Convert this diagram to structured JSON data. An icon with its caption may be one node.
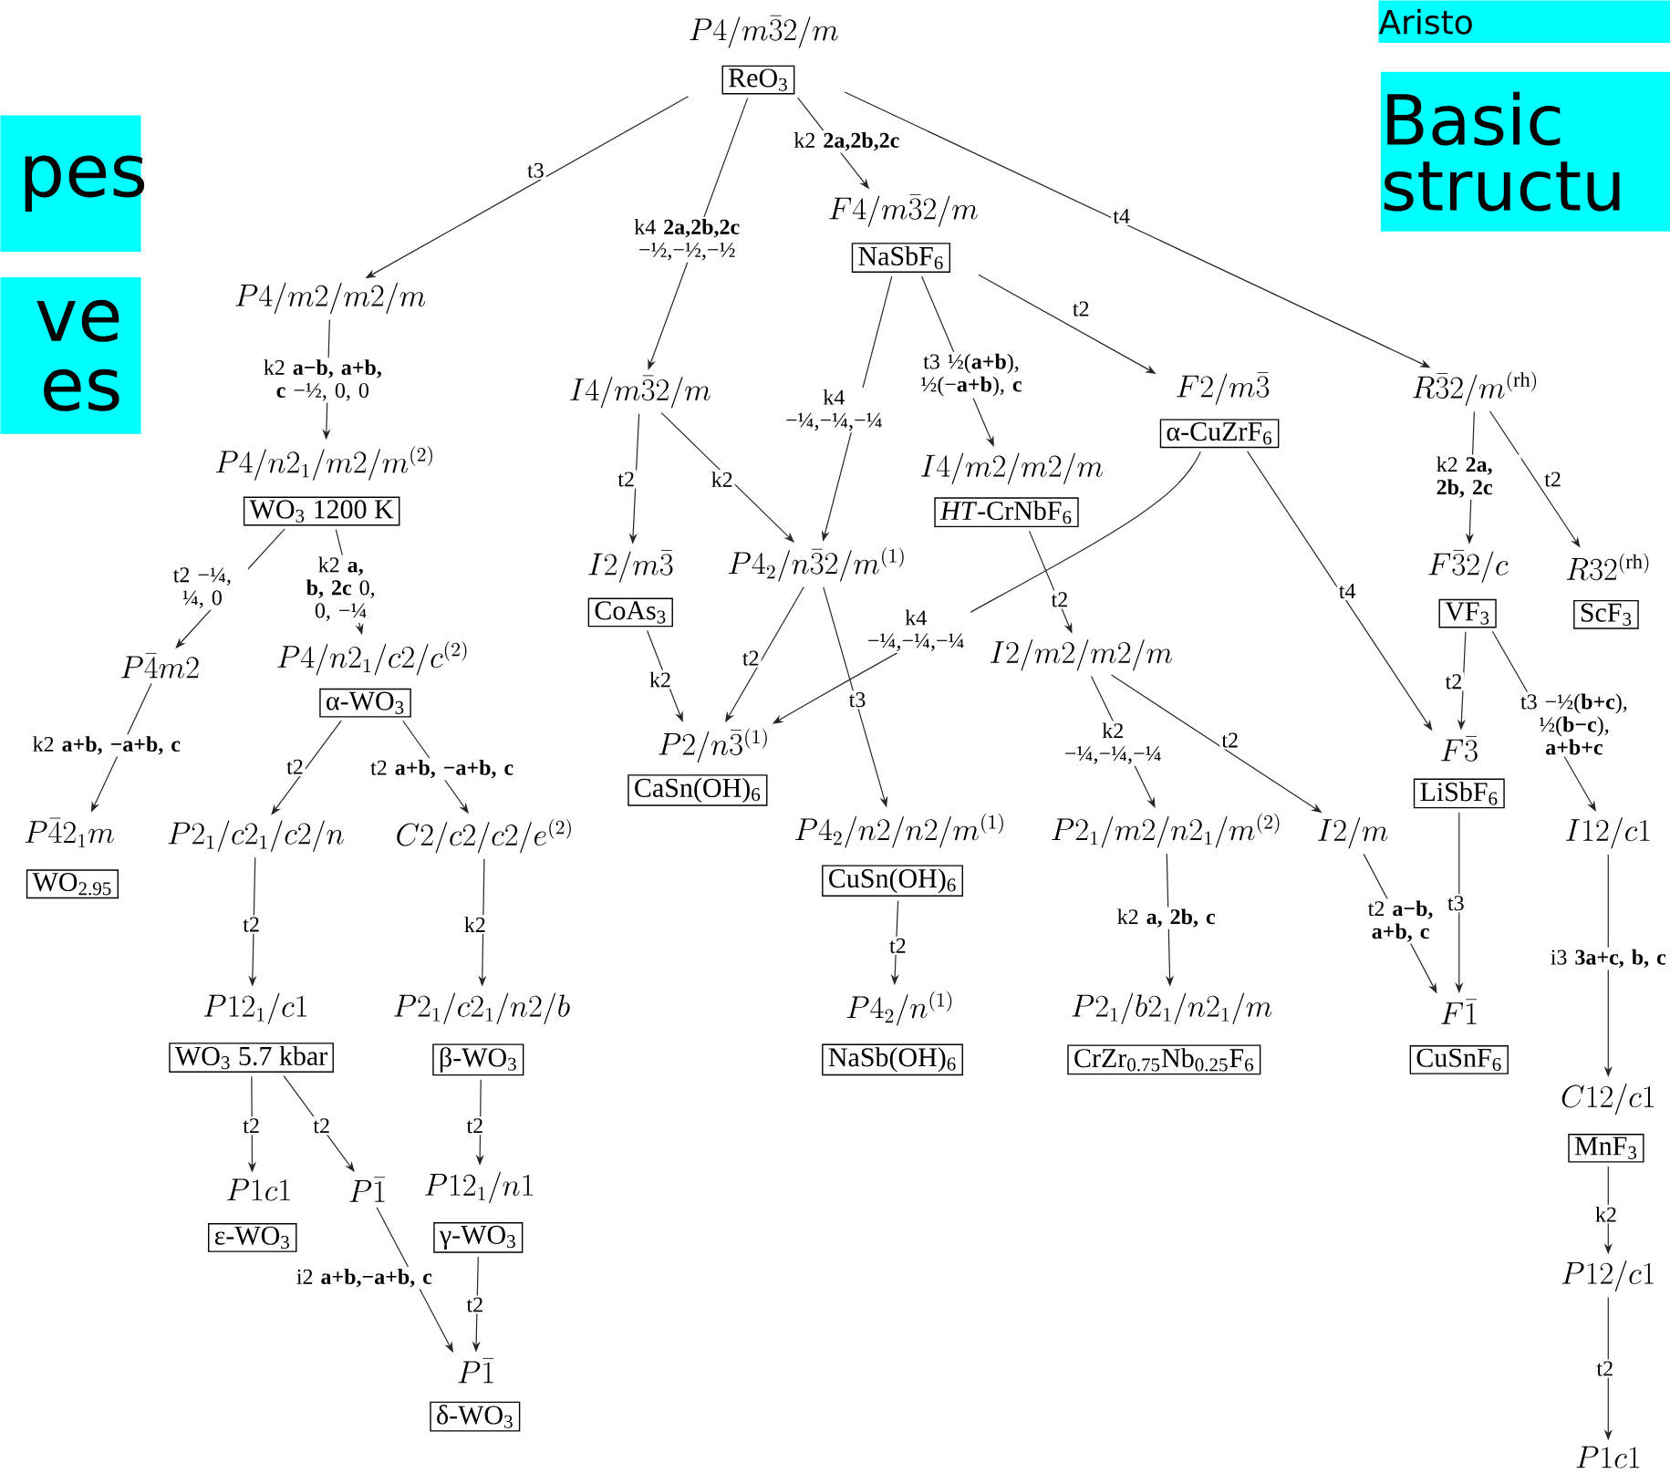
{
  "diagram": {
    "nodes": [
      {
        "text": [
          "P4/m\\bar{3}2/m",
          "ReO$_{3}$"
        ]
      },
      {
        "text": [
          "P4/m2/m2/m"
        ]
      },
      {
        "text": [
          "P4/n2_1/m2/m^{(2)}",
          "WO$_{3}$ 1200 K"
        ]
      },
      {
        "text": [
          "P\\bar{4}m2"
        ]
      },
      {
        "text": [
          "P4/n2_1/c2/c^{(2)}",
          "α-WO$_{3}$"
        ]
      },
      {
        "text": [
          "P\\bar{4}2_1m",
          "WO$_{2.95}$"
        ]
      },
      {
        "text": [
          "P2_1/c2_1/c2/n"
        ]
      },
      {
        "text": [
          "C2/c2/c2/e^{(2)}"
        ]
      },
      {
        "text": [
          "P12_1/c1",
          "WO$_{3}$ 5.7 kbar"
        ]
      },
      {
        "text": [
          "P2_1/c2_1/n2/b",
          "β-WO$_{3}$"
        ]
      },
      {
        "text": [
          "P1c1",
          "ε-WO$_{3}$"
        ]
      },
      {
        "text": [
          "P\\bar{1}"
        ]
      },
      {
        "text": [
          "P12_1/n1",
          "γ-WO$_{3}$"
        ]
      },
      {
        "text": [
          "P\\bar{1}",
          "δ-WO$_{3}$"
        ]
      },
      {
        "text": [
          "F4/m\\bar{3}2/m",
          "NaSbF$_{6}$"
        ]
      },
      {
        "text": [
          "I4/m\\bar{3}2/m"
        ]
      },
      {
        "text": [
          "I2/m\\bar{3}",
          "CoAs$_{3}$"
        ]
      },
      {
        "text": [
          "P4_2/n\\bar{3}2/m^{(1)}"
        ]
      },
      {
        "text": [
          "I4/m2/m2/m",
          "*HT*-CrNbF$_{6}$"
        ]
      },
      {
        "text": [
          "F2/m\\bar{3}",
          "α-CuZrF$_{6}$"
        ]
      },
      {
        "text": [
          "R\\bar{3}2/m^{(\\mathrm{rh})}"
        ]
      },
      {
        "text": [
          "P2/n\\bar{3}^{(1)}",
          "CaSn(OH)$_{6}$"
        ]
      },
      {
        "text": [
          "I2/m2/m2/m"
        ]
      },
      {
        "text": [
          "P4_2/n2/n2/m^{(1)}",
          "CuSn(OH)$_{6}$"
        ]
      },
      {
        "text": [
          "P2_1/m2/n2_1/m^{(2)}"
        ]
      },
      {
        "text": [
          "I2/m"
        ]
      },
      {
        "text": [
          "P4_2/n^{(1)}",
          "NaSb(OH)$_{6}$"
        ]
      },
      {
        "text": [
          "P2_1/b2_1/n2_1/m",
          "CrZr$_{0.75}$Nb$_{0.25}$F$_{6}$"
        ]
      },
      {
        "text": [
          "F\\bar{3}2/c",
          "VF$_{3}$"
        ]
      },
      {
        "text": [
          "R32^{(\\mathrm{rh})}",
          "ScF$_{3}$"
        ]
      },
      {
        "text": [
          "F\\bar{3}",
          "LiSbF$_{6}$"
        ]
      },
      {
        "text": [
          "I12/c1"
        ]
      },
      {
        "text": [
          "F\\bar{1}",
          "CuSnF$_{6}$"
        ]
      },
      {
        "text": [
          "C12/c1",
          "MnF$_{3}$"
        ]
      },
      {
        "text": [
          "P12/c1"
        ]
      },
      {
        "text": [
          "P1c1"
        ]
      },
      {
        "text": [
          "pes"
        ]
      },
      {
        "text": [
          "ve es"
        ]
      },
      {
        "text": [
          "Aristo"
        ]
      },
      {
        "text": [
          "Basic structu"
        ]
      }
    ],
    "edges": [
      {
        "from": 0,
        "to": 1,
        "arrow": "to",
        "label": "t3"
      },
      {
        "from": 0,
        "to": 15,
        "arrow": "to",
        "label": "k4 **2a,2b,2c** −½,−½,−½"
      },
      {
        "from": 0,
        "to": 14,
        "arrow": "to",
        "label": "k2 **2a,2b,2c**"
      },
      {
        "from": 0,
        "to": 20,
        "arrow": "to",
        "label": "t4"
      },
      {
        "from": 1,
        "to": 2,
        "arrow": "to",
        "label": "k2 **a−b, a+b, c** −½, 0, 0"
      },
      {
        "from": 2,
        "to": 3,
        "arrow": "to",
        "label": "t2 −¼, ¼, 0"
      },
      {
        "from": 2,
        "to": 4,
        "arrow": "to",
        "label": "k2 **a, b, 2c** 0, 0, −¼"
      },
      {
        "from": 3,
        "to": 5,
        "arrow": "to",
        "label": "k2 **a+b, −a+b, c**"
      },
      {
        "from": 4,
        "to": 6,
        "arrow": "to",
        "label": "t2"
      },
      {
        "from": 4,
        "to": 7,
        "arrow": "to",
        "label": "t2 **a+b, −a+b, c**"
      },
      {
        "from": 6,
        "to": 8,
        "arrow": "to",
        "label": "t2"
      },
      {
        "from": 7,
        "to": 9,
        "arrow": "to",
        "label": "k2"
      },
      {
        "from": 8,
        "to": 10,
        "arrow": "to",
        "label": "t2"
      },
      {
        "from": 8,
        "to": 11,
        "arrow": "to",
        "label": "t2"
      },
      {
        "from": 9,
        "to": 12,
        "arrow": "to",
        "label": "t2"
      },
      {
        "from": 11,
        "to": 13,
        "arrow": "to",
        "label": "i2 **a+b,−a+b, c**"
      },
      {
        "from": 12,
        "to": 13,
        "arrow": "to",
        "label": "t2"
      },
      {
        "from": 15,
        "to": 16,
        "arrow": "to",
        "label": "t2"
      },
      {
        "from": 15,
        "to": 17,
        "arrow": "to",
        "label": "k2"
      },
      {
        "from": 14,
        "to": 17,
        "arrow": "to",
        "label": "k4 −¼,−¼,−¼"
      },
      {
        "from": 14,
        "to": 18,
        "arrow": "to",
        "label": "t3 ½(**a+b**), ½(−**a+b**), **c**"
      },
      {
        "from": 14,
        "to": 19,
        "arrow": "to",
        "label": "t2"
      },
      {
        "from": 16,
        "to": 21,
        "arrow": "to",
        "label": "k2"
      },
      {
        "from": 17,
        "to": 21,
        "arrow": "to",
        "label": "t2"
      },
      {
        "from": 17,
        "to": 23,
        "arrow": "to",
        "label": "t3"
      },
      {
        "from": 19,
        "to": 21,
        "arrow": "to",
        "label": "k4 −¼,−¼,−¼"
      },
      {
        "from": 18,
        "to": 22,
        "arrow": "to",
        "label": "t2"
      },
      {
        "from": 19,
        "to": 30,
        "arrow": "to",
        "label": "t4"
      },
      {
        "from": 20,
        "to": 28,
        "arrow": "to",
        "label": "k2 **2a, 2b, 2c**"
      },
      {
        "from": 20,
        "to": 29,
        "arrow": "to",
        "label": "t2"
      },
      {
        "from": 22,
        "to": 24,
        "arrow": "to",
        "label": "k2 −¼,−¼,−¼"
      },
      {
        "from": 22,
        "to": 25,
        "arrow": "to",
        "label": "t2"
      },
      {
        "from": 23,
        "to": 26,
        "arrow": "to",
        "label": "t2"
      },
      {
        "from": 24,
        "to": 27,
        "arrow": "to",
        "label": "k2 **a, 2b, c**"
      },
      {
        "from": 25,
        "to": 32,
        "arrow": "to",
        "label": "t2 **a−b, a+b, c**"
      },
      {
        "from": 28,
        "to": 30,
        "arrow": "to",
        "label": "t2"
      },
      {
        "from": 28,
        "to": 31,
        "arrow": "to",
        "label": "t3 −½(**b+c**), ½(**b−c**), **a+b+c**"
      },
      {
        "from": 30,
        "to": 32,
        "arrow": "to",
        "label": "t3"
      },
      {
        "from": 31,
        "to": 33,
        "arrow": "to",
        "label": "i3 **3a+c, b, c**"
      },
      {
        "from": 33,
        "to": 34,
        "arrow": "to",
        "label": "k2"
      },
      {
        "from": 34,
        "to": 35,
        "arrow": "to",
        "label": "t2"
      }
    ]
  }
}
